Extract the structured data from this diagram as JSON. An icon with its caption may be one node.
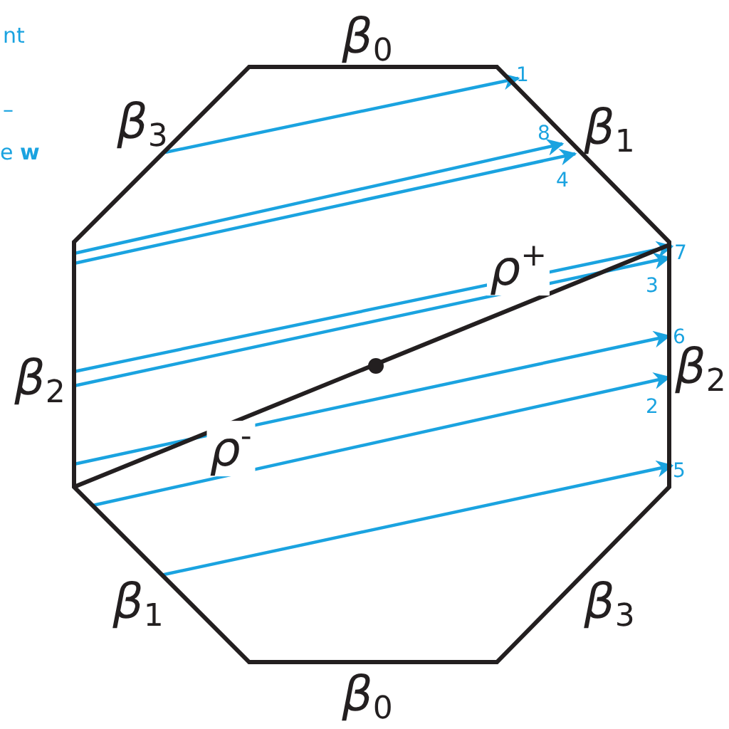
{
  "diagram": {
    "labels": [
      "nt",
      "–",
      "e **w**",
      "β$_{0}$",
      "β$_{3}$",
      "β$_{1}$",
      "1",
      "8",
      "4",
      "7",
      "ρ$^{+}$",
      "3",
      "6",
      "β$_{2}$",
      "β$_{2}$",
      "2",
      "ρ$^{-}$",
      "5",
      "β$_{1}$",
      "β$_{3}$",
      "β$_{0}$"
    ]
  }
}
